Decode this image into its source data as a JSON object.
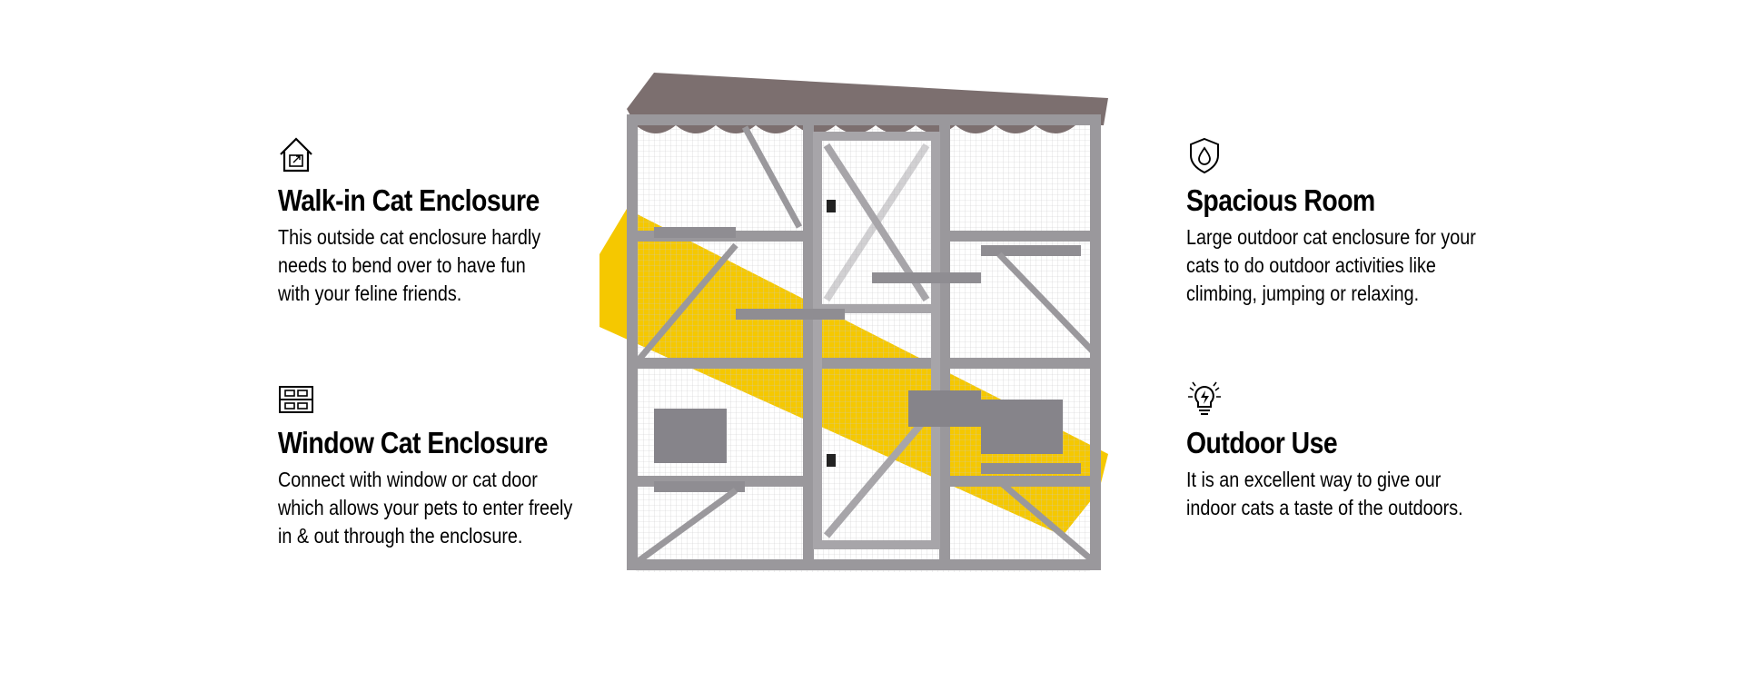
{
  "features": [
    {
      "icon": "house-expand-icon",
      "title": "Walk-in Cat Enclosure",
      "text": "This outside cat enclosure hardly\nneeds to bend over to have fun\nwith your feline friends."
    },
    {
      "icon": "window-icon",
      "title": "Window Cat Enclosure",
      "text": "Connect with window or cat door\nwhich allows your pets to enter freely\nin & out through the enclosure."
    },
    {
      "icon": "shield-drop-icon",
      "title": "Spacious Room",
      "text": "Large outdoor cat enclosure for your\ncats to do outdoor activities like\nclimbing, jumping or relaxing."
    },
    {
      "icon": "lightbulb-icon",
      "title": "Outdoor Use",
      "text": "It is an excellent way to give our\nindoor cats a taste of the outdoors."
    }
  ],
  "colors": {
    "accent": "#f5c800",
    "frame": "#9a989c",
    "roof": "#7c6f6f",
    "text": "#000000"
  }
}
